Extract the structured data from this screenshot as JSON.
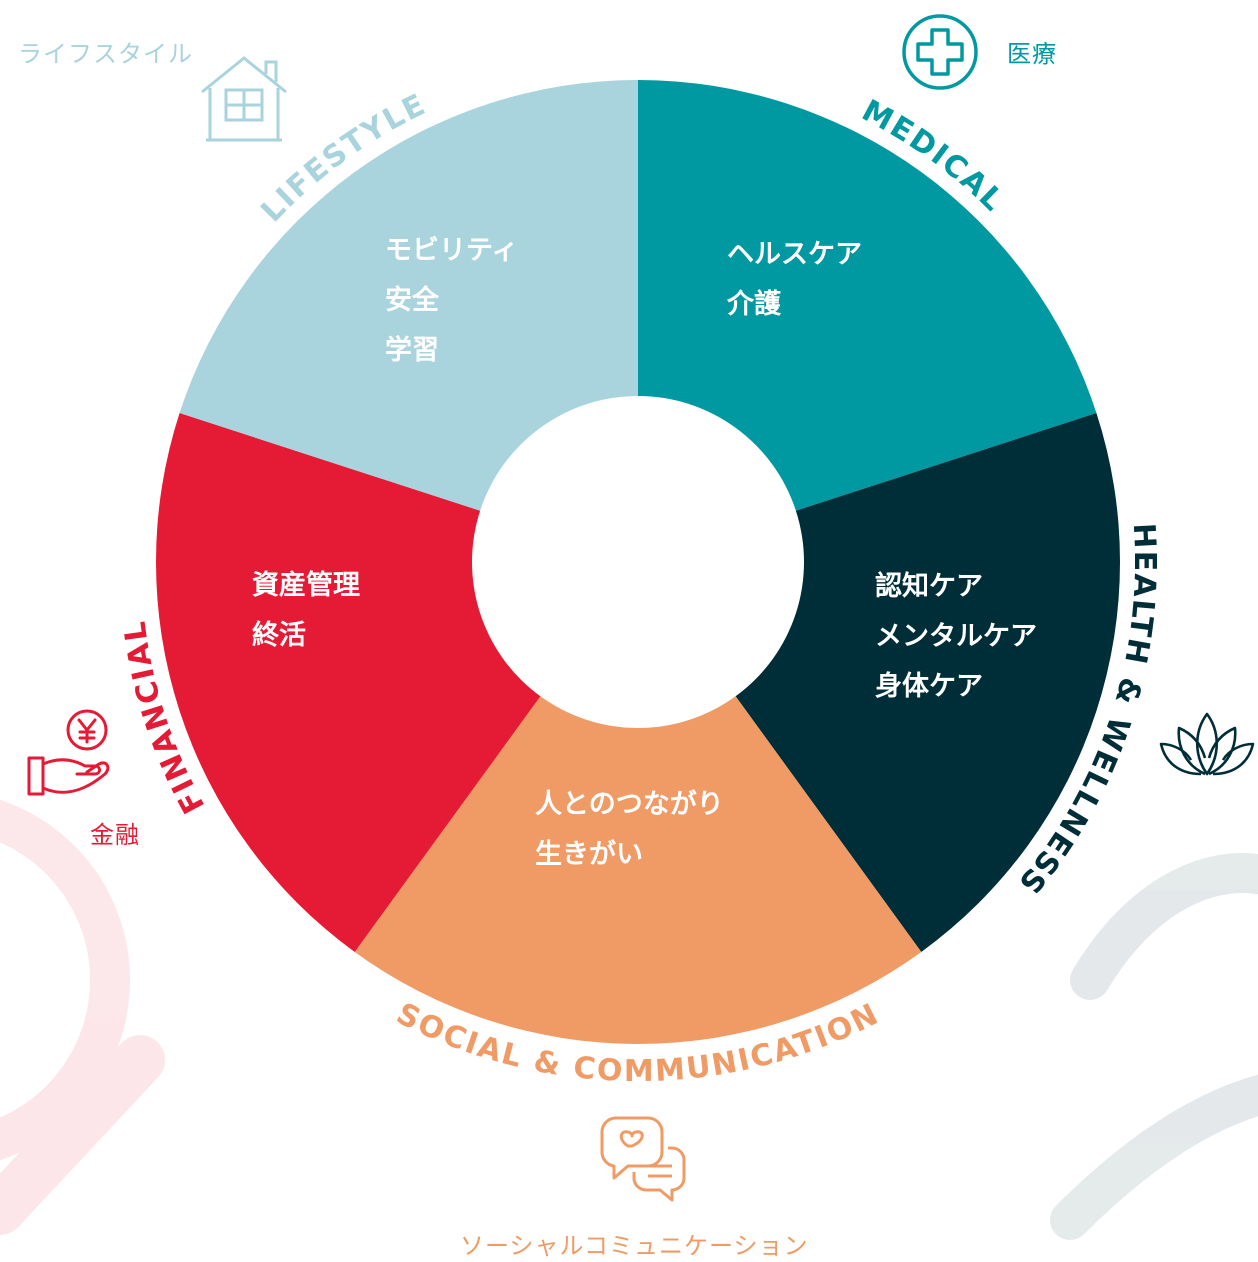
{
  "segments": [
    {
      "id": "medical",
      "english": "MEDICAL",
      "japanese": "医療",
      "items": [
        "ヘルスケア",
        "介護"
      ],
      "color": "#0099a1",
      "icon": "medical-cross-icon"
    },
    {
      "id": "health",
      "english": "HEALTH & WELLNESS",
      "japanese": "",
      "items": [
        "認知ケア",
        "メンタルケア",
        "身体ケア"
      ],
      "color": "#002e38",
      "icon": "lotus-icon"
    },
    {
      "id": "social",
      "english": "SOCIAL & COMMUNICATION",
      "japanese": "ソーシャルコミュニケーション",
      "items": [
        "人とのつながり",
        "生きがい"
      ],
      "color": "#f09b65",
      "icon": "chat-bubbles-heart-icon"
    },
    {
      "id": "financial",
      "english": "FINANCIAL",
      "japanese": "金融",
      "items": [
        "資産管理",
        "終活"
      ],
      "color": "#e51a34",
      "icon": "yen-coin-hand-icon"
    },
    {
      "id": "lifestyle",
      "english": "LIFESTYLE",
      "japanese": "ライフスタイル",
      "items": [
        "モビリティ",
        "安全",
        "学習"
      ],
      "color": "#a9d3dd",
      "icon": "house-icon"
    }
  ]
}
